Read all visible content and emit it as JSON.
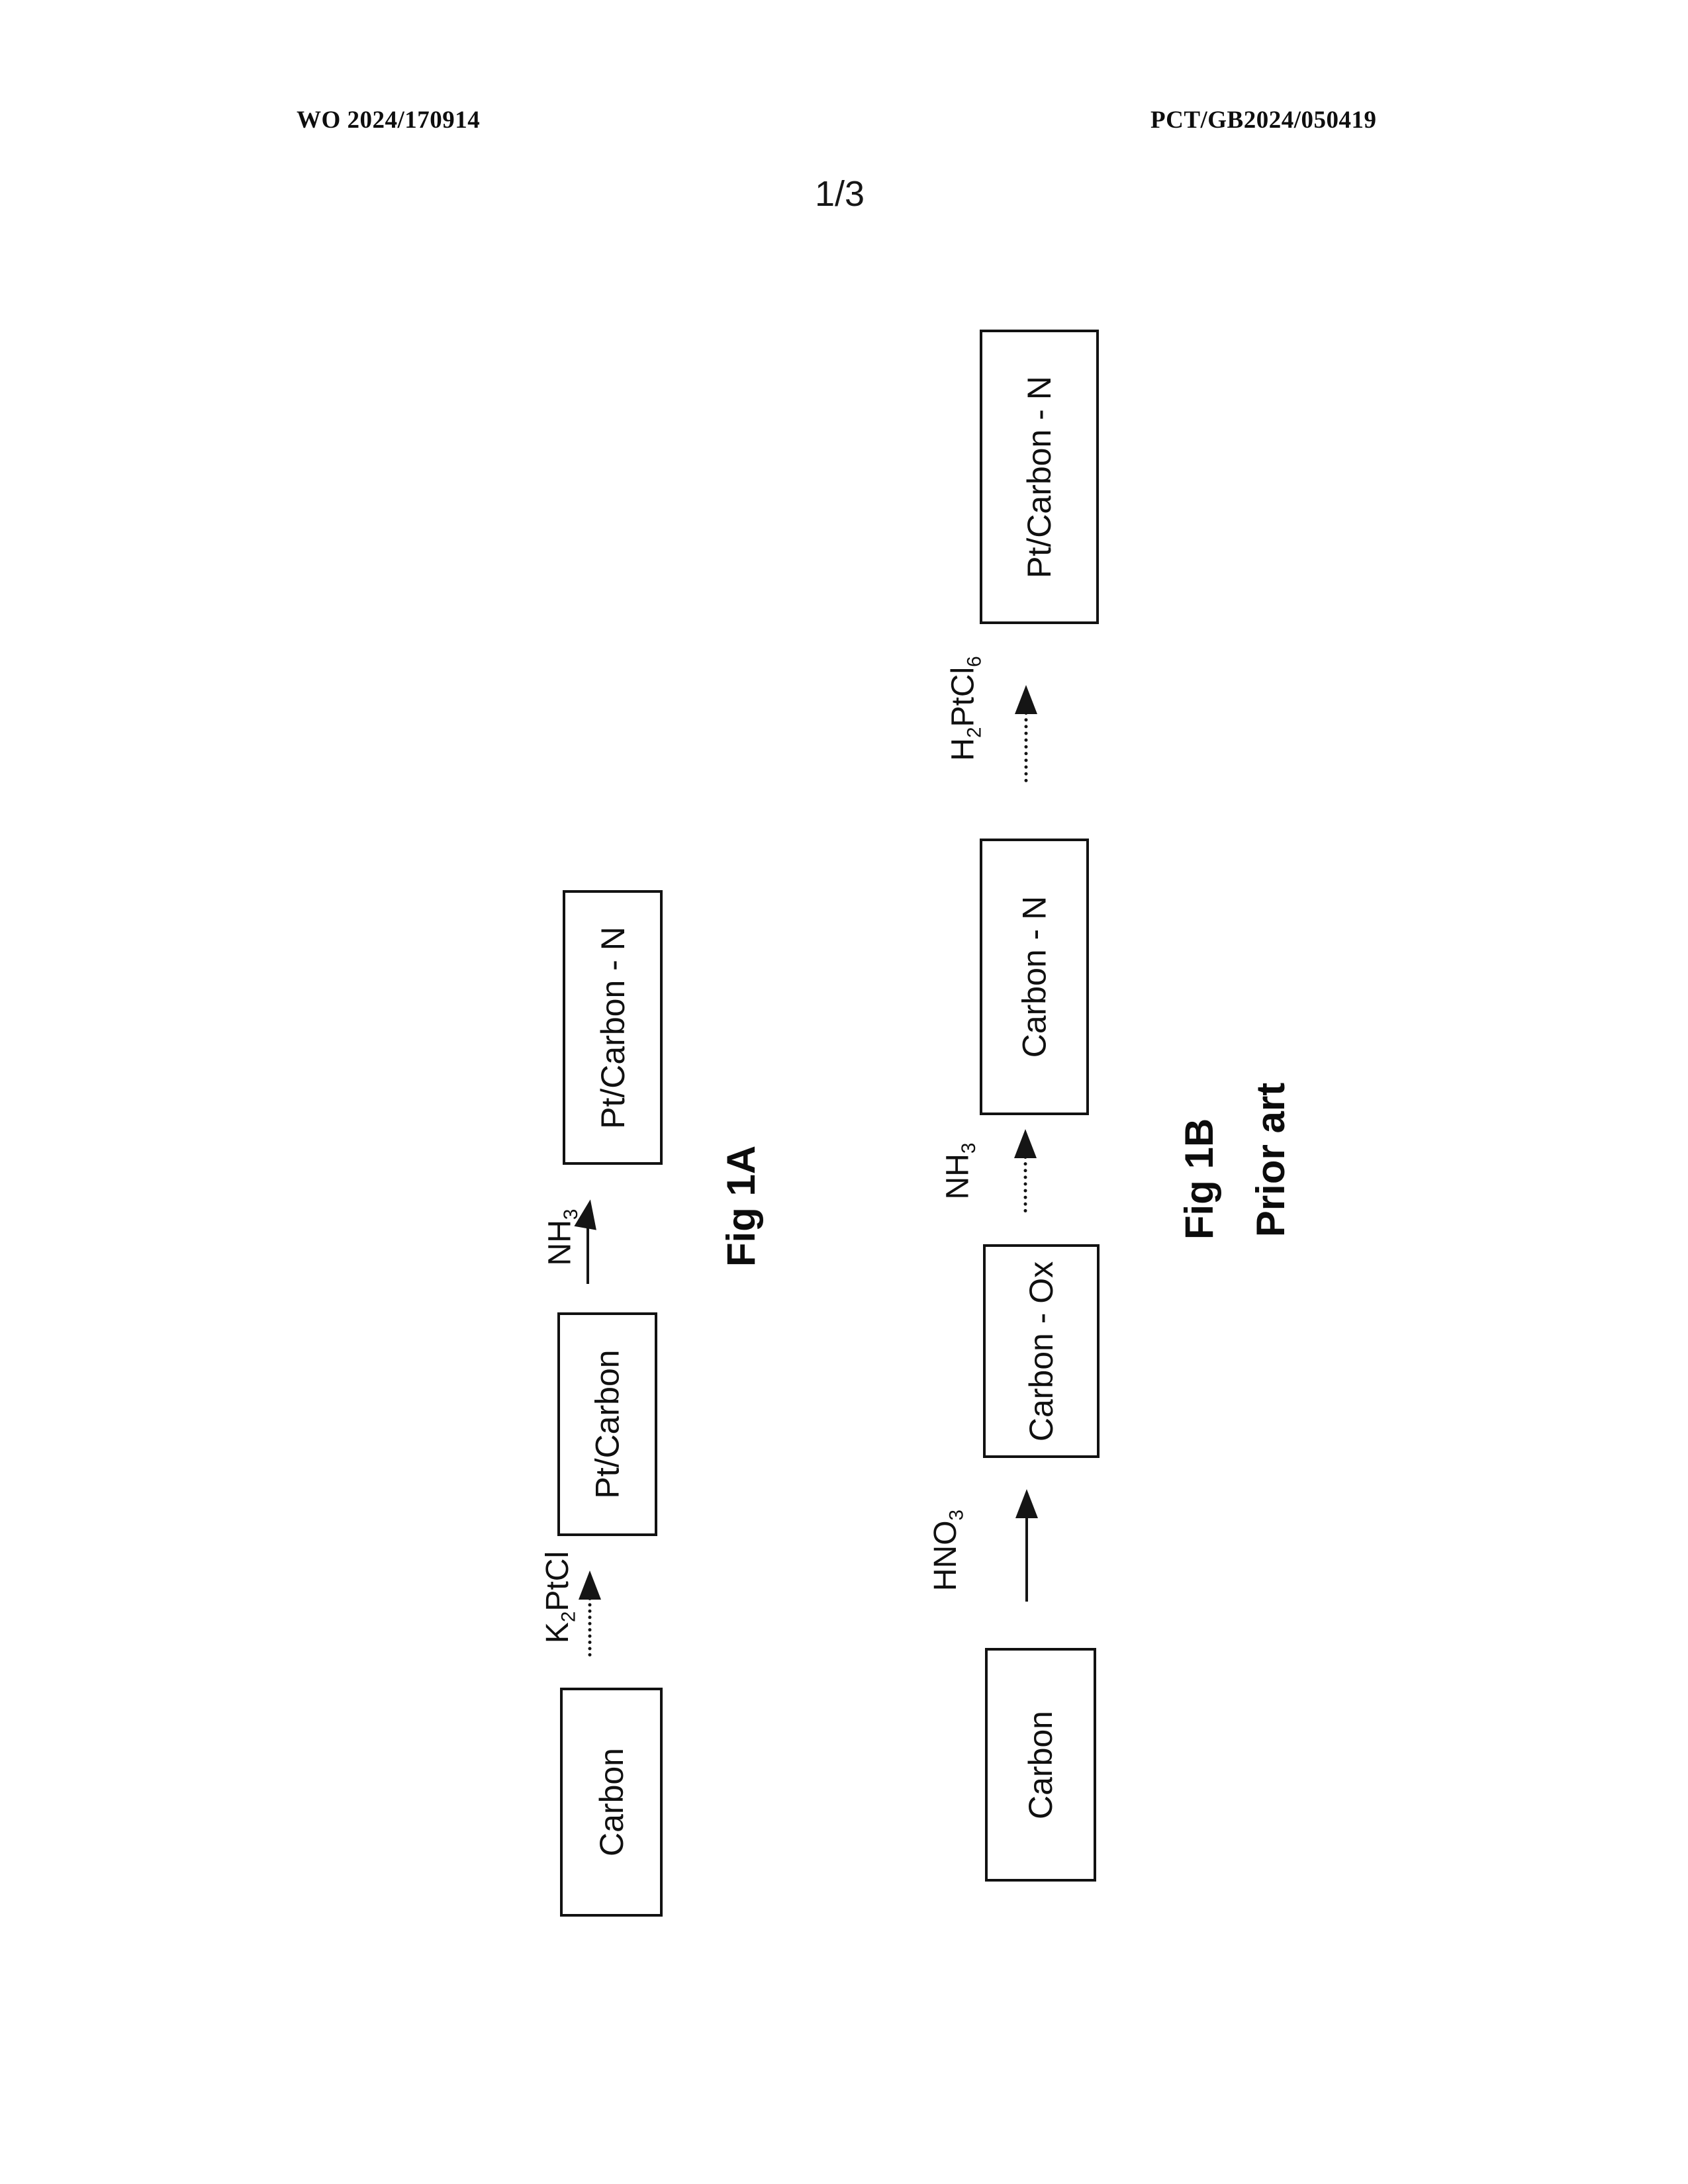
{
  "header": {
    "left": "WO 2024/170914",
    "right": "PCT/GB2024/050419",
    "page_number": "1/3"
  },
  "colors": {
    "ink": "#141414",
    "paper": "#ffffff"
  },
  "fig1a": {
    "caption": "Fig 1A",
    "boxes": {
      "start": "Carbon",
      "mid": "Pt/Carbon",
      "end": "Pt/Carbon - N"
    },
    "arrow1_label": {
      "p0": "K",
      "s0": "2",
      "p1": "PtCl"
    },
    "arrow2_label": {
      "p0": "NH",
      "s0": "3"
    }
  },
  "fig1b": {
    "caption": "Fig 1B",
    "subcaption": "Prior art",
    "boxes": {
      "start": "Carbon",
      "ox": "Carbon - Ox",
      "n": "Carbon - N",
      "end": "Pt/Carbon - N"
    },
    "arrow1_label": {
      "p0": "HNO",
      "s0": "3"
    },
    "arrow2_label": {
      "p0": "NH",
      "s0": "3"
    },
    "arrow3_label": {
      "p0": "H",
      "s0": "2",
      "p1": "PtCl",
      "s1": "6"
    }
  }
}
